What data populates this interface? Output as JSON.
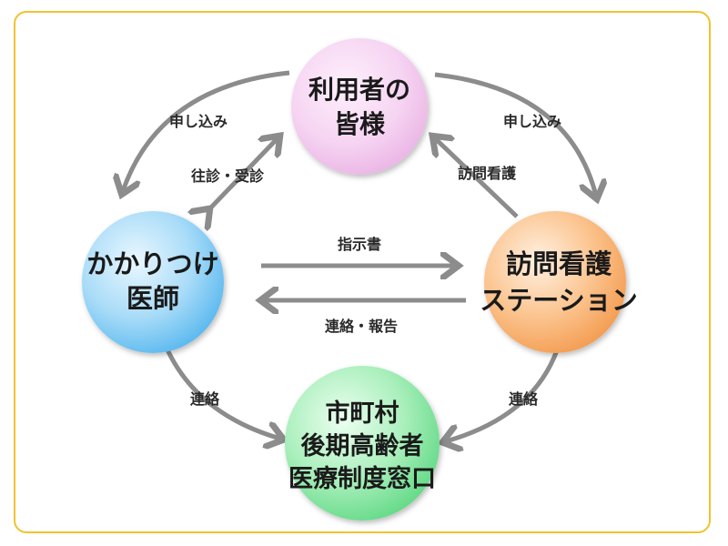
{
  "nodes": {
    "user": {
      "lines": [
        "利用者の",
        "皆様"
      ]
    },
    "doctor": {
      "lines": [
        "かかりつけ",
        "医師"
      ]
    },
    "station": {
      "lines": [
        "訪問看護",
        "ステーション"
      ]
    },
    "office": {
      "lines": [
        "市町村",
        "後期高齢者",
        "医療制度窓口"
      ]
    }
  },
  "edges": {
    "user_to_doctor": "申し込み",
    "user_to_station": "申し込み",
    "doctor_user_mutual": "往診・受診",
    "station_to_user": "訪問看護",
    "doctor_to_station": "指示書",
    "station_to_doctor": "連絡・報告",
    "doctor_to_office": "連絡",
    "station_to_office": "連絡"
  },
  "colors": {
    "frame": "#f2c230",
    "arrow": "#8c8c8c",
    "user_circle": "#f3c4ee",
    "doctor_circle": "#8fd0f5",
    "station_circle": "#f8b67a",
    "office_circle": "#8ee6a6"
  }
}
